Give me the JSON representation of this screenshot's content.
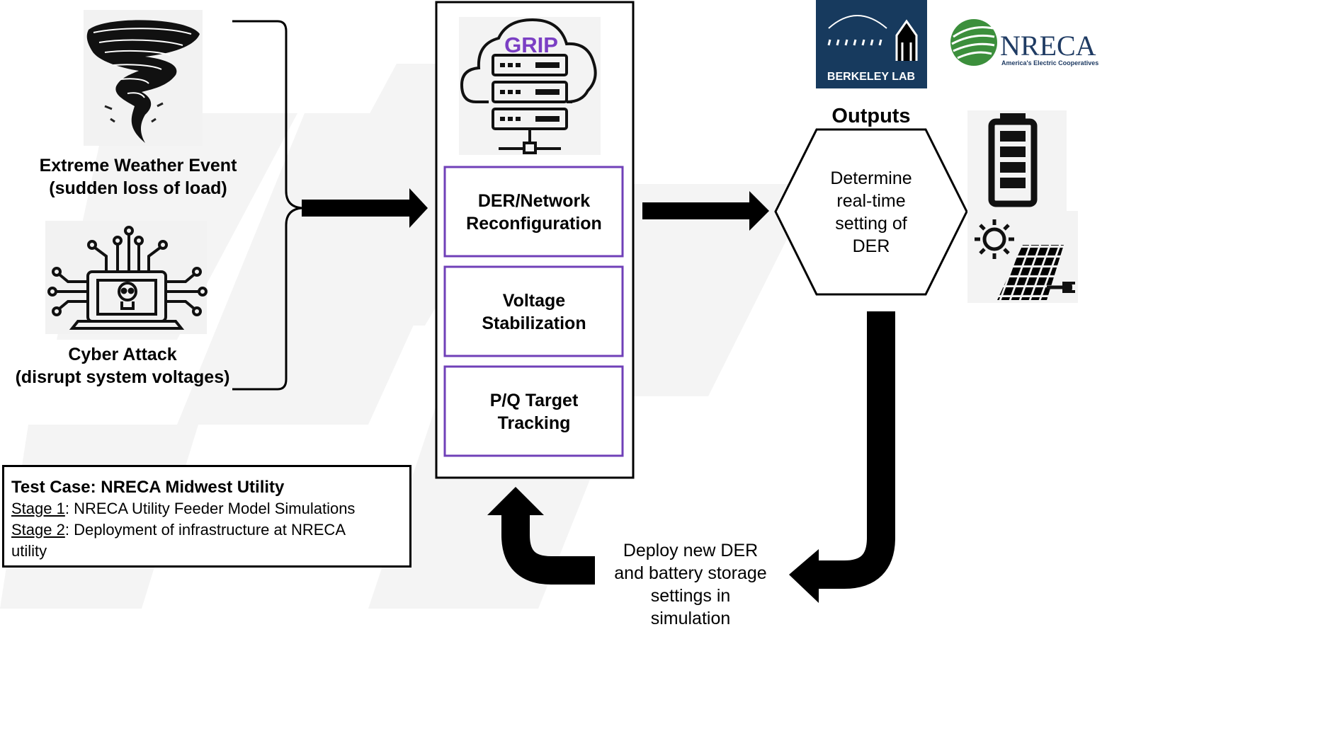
{
  "title": "",
  "inputs": {
    "weather": {
      "label_line1": "Extreme Weather Event",
      "label_line2": "(sudden loss of load)",
      "icon": "tornado-icon"
    },
    "cyber": {
      "label_line1": "Cyber Attack",
      "label_line2": "(disrupt system voltages)",
      "icon": "hacked-laptop-icon"
    }
  },
  "grip": {
    "cloud_label": "GRIP",
    "icon": "cloud-server-icon",
    "modules": [
      {
        "line1": "DER/Network",
        "line2": "Reconfiguration"
      },
      {
        "line1": "Voltage",
        "line2": "Stabilization"
      },
      {
        "line1": "P/Q Target",
        "line2": "Tracking"
      }
    ]
  },
  "outputs": {
    "heading": "Outputs",
    "hexagon_lines": [
      "Determine",
      "real-time",
      "setting of",
      "DER"
    ],
    "icons": [
      "battery-icon",
      "sun-icon",
      "solar-panel-icon"
    ]
  },
  "feedback": {
    "lines": [
      "Deploy new DER",
      "and battery storage",
      "settings in",
      "simulation"
    ]
  },
  "logos": {
    "berkeley": "BERKELEY LAB",
    "nreca": "NRECA",
    "nreca_tagline": "America's Electric Cooperatives"
  },
  "test_case": {
    "title": "Test Case: NRECA Midwest Utility",
    "stage1_label": "Stage 1",
    "stage1_text": ": NRECA Utility Feeder Model Simulations",
    "stage2_label": "Stage 2",
    "stage2_text": ": Deployment of infrastructure at NRECA",
    "stage2_text_cont": "utility"
  },
  "colors": {
    "module_border": "#7040b8",
    "grip_text": "#7b3fc4",
    "berkeley_bg": "#173a5e",
    "nreca_green": "#3c8f3c",
    "arrow": "#000000"
  }
}
